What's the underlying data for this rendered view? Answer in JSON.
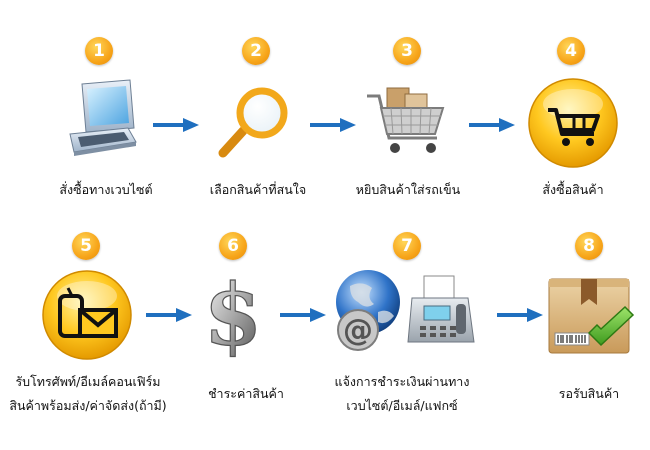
{
  "steps": [
    {
      "number": "1",
      "label": "สั่งซื้อทางเวบไซต์",
      "icon": "laptop-icon"
    },
    {
      "number": "2",
      "label": "เลือกสินค้าที่สนใจ",
      "icon": "magnifier-icon"
    },
    {
      "number": "3",
      "label": "หยิบสินค้าใส่รถเข็น",
      "icon": "shopping-cart-icon"
    },
    {
      "number": "4",
      "label": "สั่งซื้อสินค้า",
      "icon": "cart-button-icon"
    },
    {
      "number": "5",
      "label_line1": "รับโทรศัพท์/อีเมล์คอนเฟิร์ม",
      "label_line2": "สินค้าพร้อมส่ง/ค่าจัดส่ง(ถ้ามี)",
      "icon": "phone-mail-icon"
    },
    {
      "number": "6",
      "label": "ชำระค่าสินค้า",
      "icon": "dollar-sign-icon"
    },
    {
      "number": "7",
      "label_line1": "แจ้งการชำระเงินผ่านทาง",
      "label_line2": "เวบไซต์/อีเมล์/แฟกซ์",
      "icon": "globe-fax-icon"
    },
    {
      "number": "8",
      "label": "รอรับสินค้า",
      "icon": "package-check-icon"
    }
  ],
  "colors": {
    "badge": "#f7a51a",
    "arrow": "#1f6fbf",
    "accent": "#ffc21a"
  }
}
